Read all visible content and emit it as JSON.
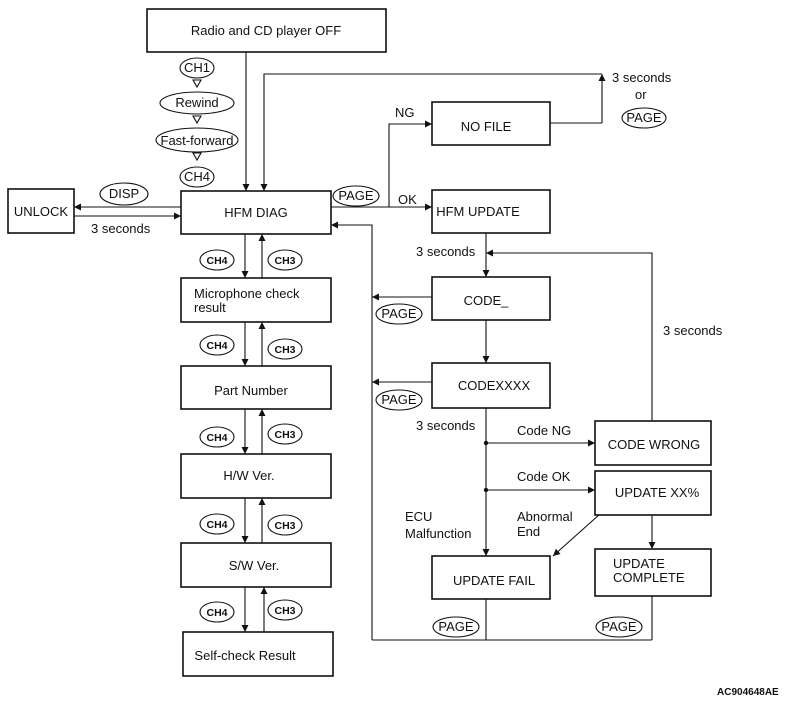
{
  "boxes": {
    "radio_off": "Radio and CD player OFF",
    "unlock": "UNLOCK",
    "hfm_diag": "HFM DIAG",
    "no_file": "NO FILE",
    "hfm_update": "HFM UPDATE",
    "mic_check_1": "Microphone check",
    "mic_check_2": "result",
    "code_": "CODE_",
    "code_xxxx": "CODEXXXX",
    "part_number": "Part Number",
    "code_wrong": "CODE WRONG",
    "hw_ver": "H/W Ver.",
    "update_xx": "UPDATE XX%",
    "sw_ver": "S/W Ver.",
    "update_fail": "UPDATE FAIL",
    "update_complete_1": "UPDATE",
    "update_complete_2": "COMPLETE",
    "self_check": "Self-check Result"
  },
  "buttons": {
    "ch1": "CH1",
    "rewind": "Rewind",
    "fast_forward": "Fast-forward",
    "ch4": "CH4",
    "ch3": "CH3",
    "disp": "DISP",
    "page": "PAGE"
  },
  "labels": {
    "three_seconds": "3 seconds",
    "or": "or",
    "ng": "NG",
    "ok": "OK",
    "code_ng": "Code NG",
    "code_ok": "Code OK",
    "ecu_1": "ECU",
    "ecu_2": "Malfunction",
    "abnormal_1": "Abnormal",
    "abnormal_2": "End"
  },
  "figure_code": "AC904648AE"
}
